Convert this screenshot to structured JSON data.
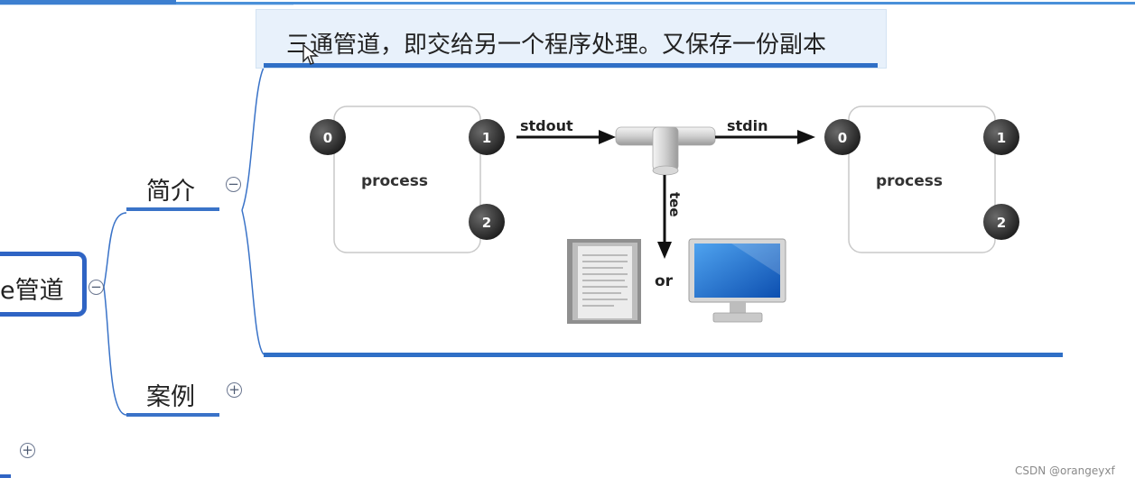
{
  "mindmap": {
    "root": {
      "label": "e管道",
      "collapse_symbol": "−"
    },
    "branches": [
      {
        "label": "简介",
        "toggle_symbol": "−"
      },
      {
        "label": "案例",
        "toggle_symbol": "+"
      }
    ],
    "extra_toggle_symbol": "+"
  },
  "topic": {
    "note": "三通管道，即交给另一个程序处理。又保存一份副本"
  },
  "diagram": {
    "left_process": {
      "label": "process",
      "ports": [
        "0",
        "1",
        "2"
      ]
    },
    "right_process": {
      "label": "process",
      "ports": [
        "0",
        "1",
        "2"
      ]
    },
    "stdout_label": "stdout",
    "stdin_label": "stdin",
    "tee_label": "tee",
    "or_label": "or",
    "file_icon": "document-icon",
    "monitor_icon": "monitor-icon"
  },
  "watermark": "CSDN @orangeyxf",
  "colors": {
    "accent_blue": "#2f6fc6",
    "header_bg": "#e8f1fb",
    "port_dark": "#333333"
  }
}
